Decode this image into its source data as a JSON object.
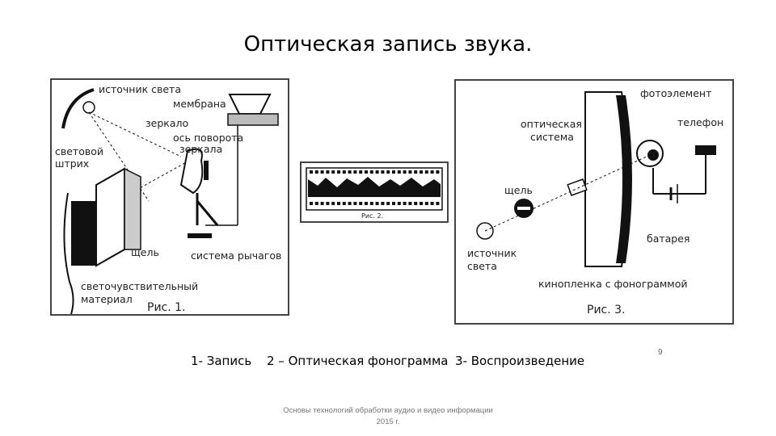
{
  "slide": {
    "title": "Оптическая запись звука.",
    "page_number": "9",
    "footer_line1": "Основы технологий обработки аудио и видео информации",
    "footer_line2": "2015 г."
  },
  "legend": {
    "item1": "1- Запись",
    "item2": "2 – Оптическая фонограмма",
    "item3": "3- Воспроизведение"
  },
  "figure1": {
    "caption": "Рис. 1.",
    "labels": {
      "light_source": "источник света",
      "membrane": "мембрана",
      "mirror": "зеркало",
      "mirror_axis_1": "ось поворота",
      "mirror_axis_2": "зеркала",
      "light_stroke_1": "световой",
      "light_stroke_2": "штрих",
      "slit": "щель",
      "levers": "система рычагов",
      "material_1": "светочувствительный",
      "material_2": "материал"
    }
  },
  "figure2": {
    "caption": "Рис. 2."
  },
  "figure3": {
    "caption": "Рис. 3.",
    "labels": {
      "photocell": "фотоэлемент",
      "optical_1": "оптическая",
      "optical_2": "система",
      "phone": "телефон",
      "slit": "щель",
      "battery": "батарея",
      "source_1": "источник",
      "source_2": "света",
      "film": "кинопленка с фонограммой"
    }
  }
}
